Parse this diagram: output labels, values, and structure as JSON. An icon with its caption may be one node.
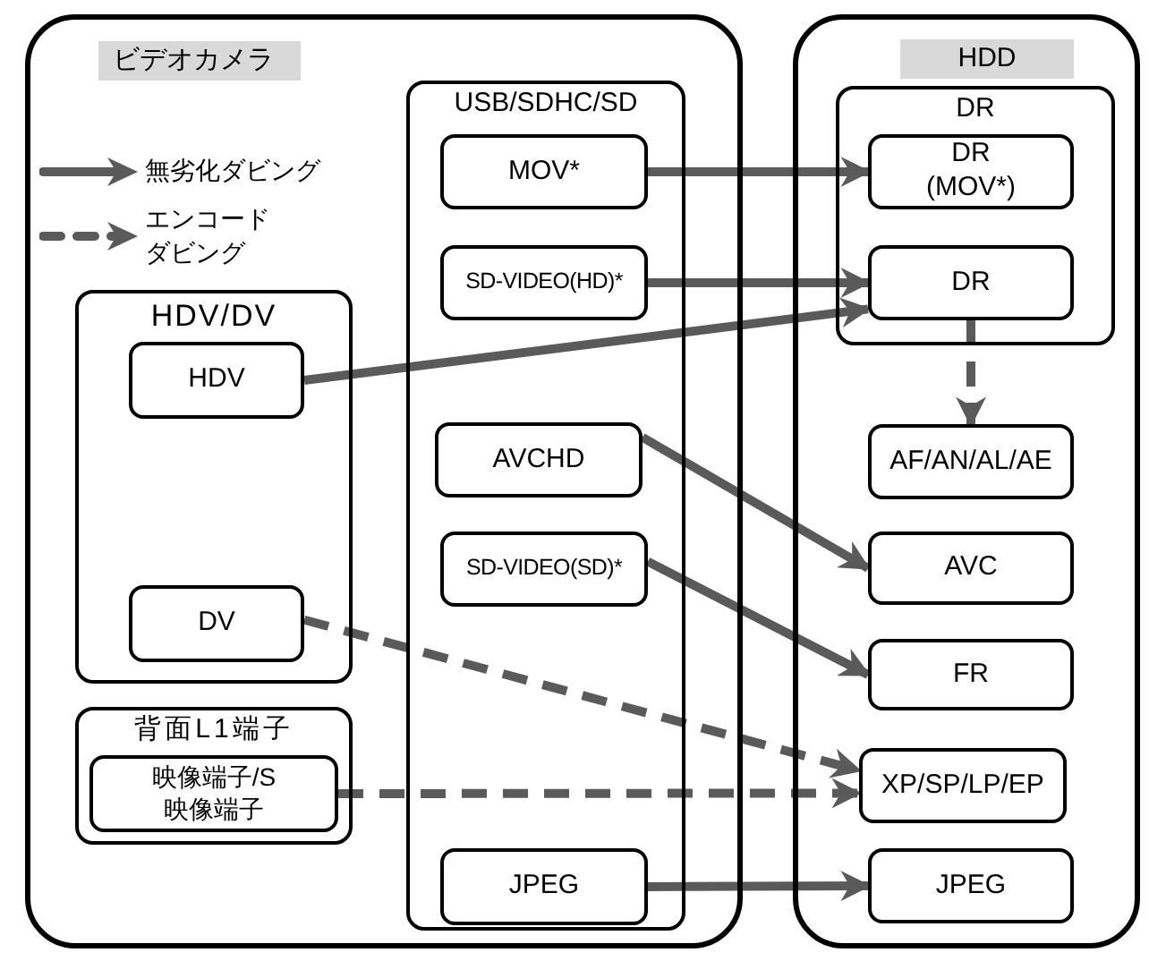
{
  "diagram": {
    "nodes": [
      {
        "text": [
          "ビデオカメラ"
        ]
      },
      {
        "text": [
          "USB/SDHC/SD"
        ],
        "in": 0
      },
      {
        "text": [
          "MOV*"
        ],
        "in": 1
      },
      {
        "text": [
          "SD-VIDEO(HD)*"
        ],
        "in": 1
      },
      {
        "text": [
          "AVCHD"
        ],
        "in": 1
      },
      {
        "text": [
          "SD-VIDEO(SD)*"
        ],
        "in": 1
      },
      {
        "text": [
          "JPEG"
        ],
        "in": 1
      },
      {
        "text": [
          "HDV/DV"
        ],
        "in": 0
      },
      {
        "text": [
          "HDV"
        ],
        "in": 7
      },
      {
        "text": [
          "DV"
        ],
        "in": 7
      },
      {
        "text": [
          "背面L1端子"
        ],
        "in": 0
      },
      {
        "text": [
          "映像端子/S映像端子"
        ],
        "in": 10
      },
      {
        "text": [
          "HDD"
        ]
      },
      {
        "text": [
          "DR"
        ],
        "in": 12
      },
      {
        "text": [
          "DR (MOV*)"
        ],
        "in": 13
      },
      {
        "text": [
          "DR"
        ],
        "in": 13
      },
      {
        "text": [
          "AF/AN/AL/AE"
        ],
        "in": 12
      },
      {
        "text": [
          "AVC"
        ],
        "in": 12
      },
      {
        "text": [
          "FR"
        ],
        "in": 12
      },
      {
        "text": [
          "XP/SP/LP/EP"
        ],
        "in": 12
      },
      {
        "text": [
          "JPEG"
        ],
        "in": 12
      }
    ],
    "edges": [
      {
        "from": 2,
        "to": 14,
        "arrow": "to"
      },
      {
        "from": 3,
        "to": 15,
        "arrow": "to"
      },
      {
        "from": 8,
        "to": 15,
        "arrow": "to"
      },
      {
        "from": 15,
        "to": 16,
        "arrow": "to",
        "style": "dashed"
      },
      {
        "from": 4,
        "to": 17,
        "arrow": "to"
      },
      {
        "from": 5,
        "to": 18,
        "arrow": "to"
      },
      {
        "from": 9,
        "to": 19,
        "arrow": "to",
        "style": "dashed"
      },
      {
        "from": 11,
        "to": 19,
        "arrow": "to",
        "style": "dashed"
      },
      {
        "from": 6,
        "to": 20,
        "arrow": "to"
      }
    ],
    "legend": [
      {
        "text": "無劣化ダビング"
      },
      {
        "text": "エンコードダビング"
      }
    ]
  }
}
